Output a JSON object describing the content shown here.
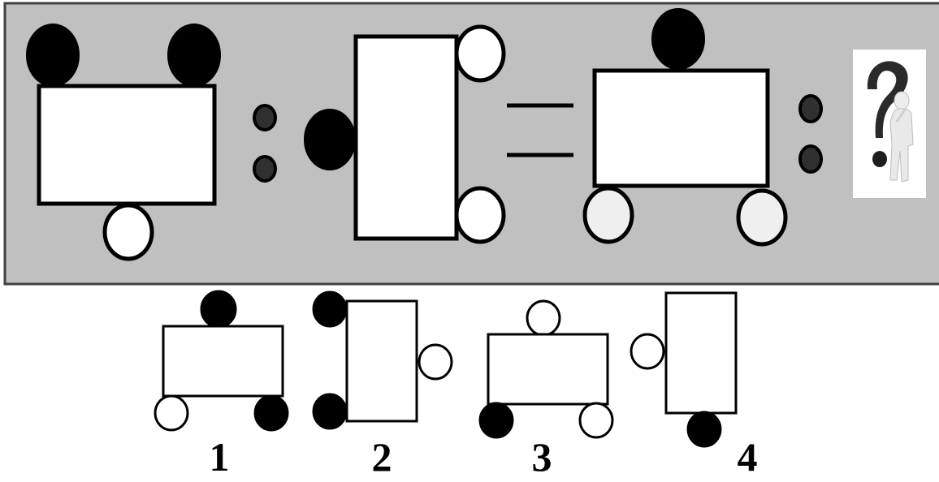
{
  "colors": {
    "panel_fill": "#c0c0c0",
    "panel_border": "#404040",
    "shape_fill": "#ffffff",
    "dot_black": "#000000",
    "dot_white": "#ffffff",
    "dot_light": "#efefef",
    "colon_dot": "#303030",
    "stroke": "#000000"
  },
  "icons": {
    "question": "question-mark-figure-icon"
  },
  "options": [
    {
      "label": "1"
    },
    {
      "label": "2"
    },
    {
      "label": "3"
    },
    {
      "label": "4"
    }
  ]
}
